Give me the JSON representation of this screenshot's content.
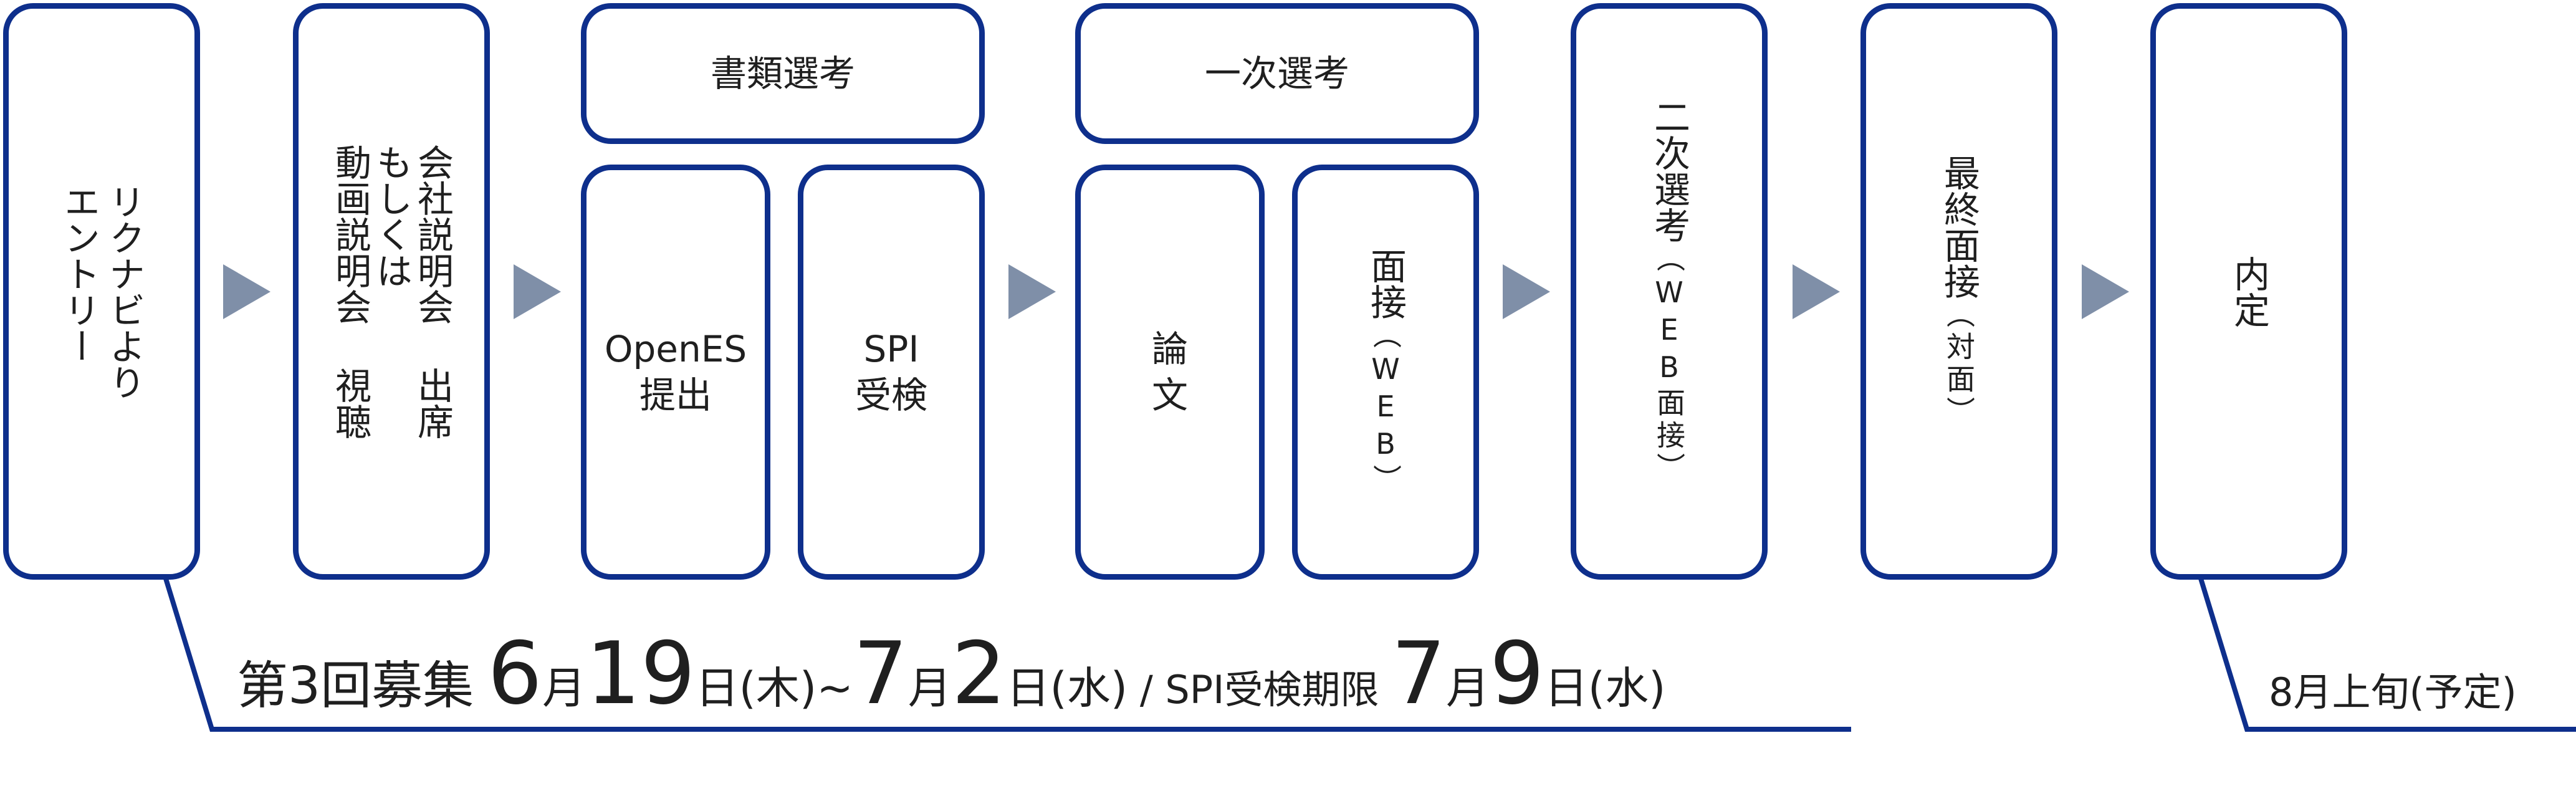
{
  "steps": {
    "entry": "リクナビより\nエントリー",
    "briefing": "会社説明会 出席\nもしくは\n動画説明会 視聴",
    "doc_header": "書類選考",
    "openes": "OpenES\n提出",
    "spi": "SPI\n受検",
    "first_header": "一次選考",
    "essay": "論\n文",
    "interview1_main": "面接",
    "interview1_sub": "（WEB）",
    "second_main": "二次選考",
    "second_sub": "（WEB面接）",
    "final_main": "最終面接",
    "final_sub": "（対面）",
    "offer": "内定"
  },
  "recruitment": {
    "round": "第3回募集",
    "start_month": "6",
    "start_day": "19",
    "start_dow": "日(木)~",
    "end_month": "7",
    "end_day": "2",
    "end_dow": "日(水)",
    "divider": " / SPI受検期限 ",
    "spi_month": "7",
    "spi_day": "9",
    "spi_dow": "日(水)",
    "month_char": "月"
  },
  "offer_schedule": "8月上旬(予定)",
  "colors": {
    "border": "#0e2f8c",
    "arrow": "#7f8fa8"
  }
}
